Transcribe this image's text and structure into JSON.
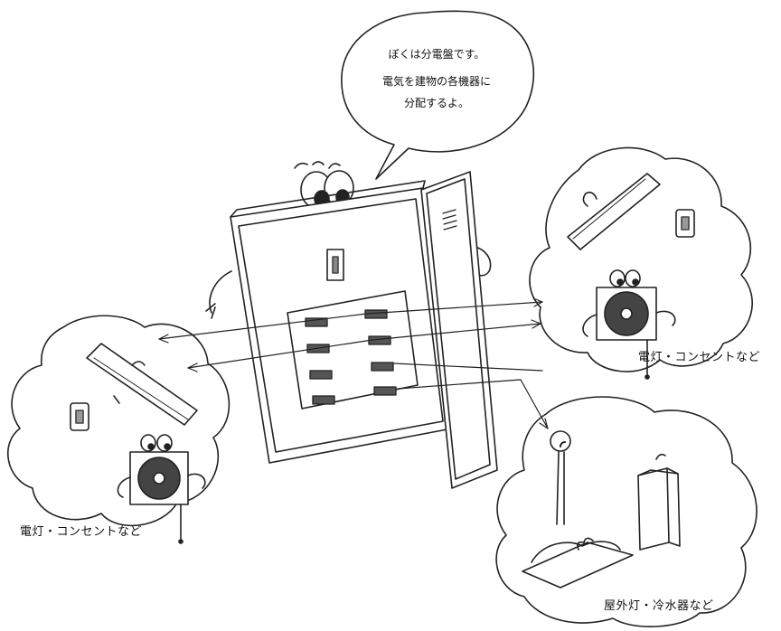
{
  "speech": {
    "line1": "ぼくは分電盤です。",
    "line2": "電気を建物の各機器に",
    "line3": "分配するよ。"
  },
  "labels": {
    "right_top": "電灯・コンセントなど",
    "left": "電灯・コンセントなど",
    "right_bottom": "屋外灯・冷水器など"
  }
}
